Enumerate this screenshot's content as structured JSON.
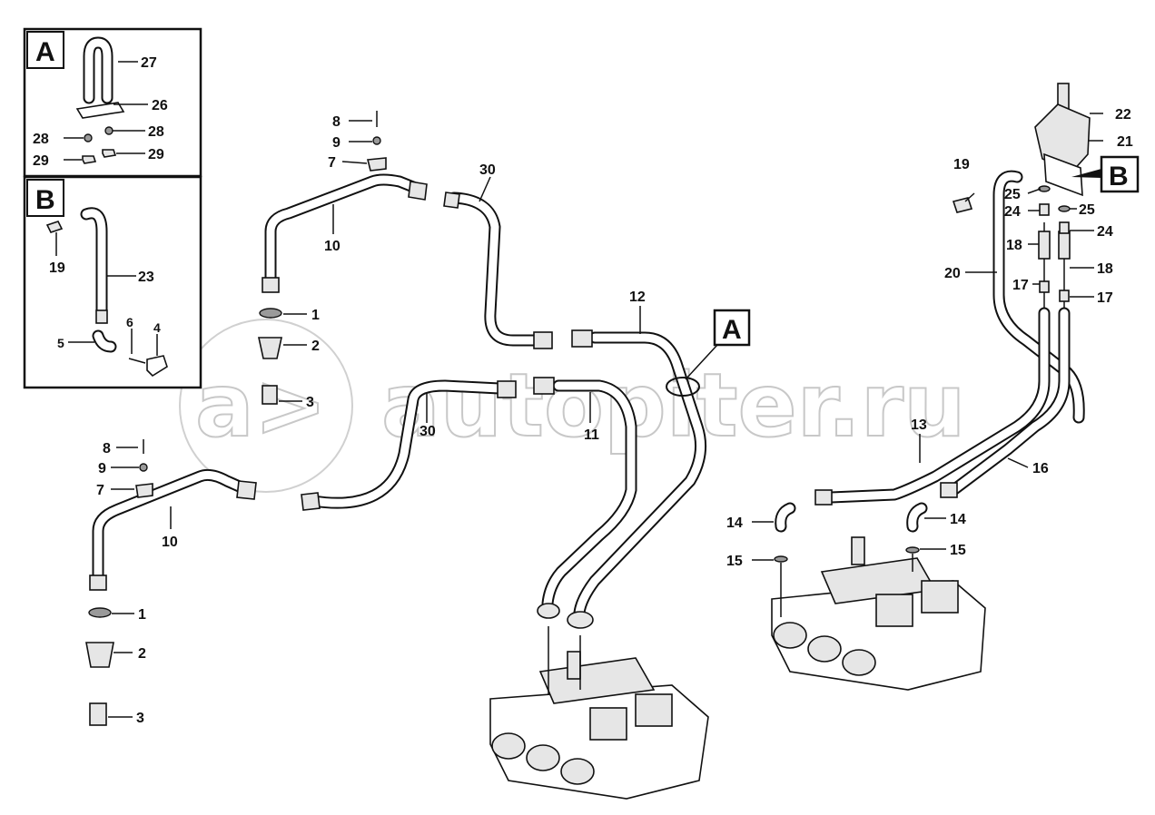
{
  "watermark": "autopiter.ru",
  "detail_views": {
    "a": {
      "letter": "A",
      "labels": [
        "27",
        "26",
        "28",
        "28",
        "29",
        "29"
      ]
    },
    "b": {
      "letter": "B",
      "labels": [
        "19",
        "23",
        "5",
        "6",
        "4"
      ]
    }
  },
  "callouts": {
    "a": "A",
    "b": "B"
  },
  "labels": {
    "l8a": "8",
    "l9a": "9",
    "l7a": "7",
    "l30a": "30",
    "l10a": "10",
    "l1a": "1",
    "l2a": "2",
    "l3a": "3",
    "l12": "12",
    "l30b": "30",
    "l11": "11",
    "l8b": "8",
    "l9b": "9",
    "l7b": "7",
    "l10b": "10",
    "l1b": "1",
    "l2b": "2",
    "l3b": "3",
    "l22": "22",
    "l21": "21",
    "l19": "19",
    "l25a": "25",
    "l25b": "25",
    "l24a": "24",
    "l24b": "24",
    "l18a": "18",
    "l18b": "18",
    "l20": "20",
    "l17a": "17",
    "l17b": "17",
    "l13": "13",
    "l16": "16",
    "l14a": "14",
    "l14b": "14",
    "l15a": "15",
    "l15b": "15"
  }
}
